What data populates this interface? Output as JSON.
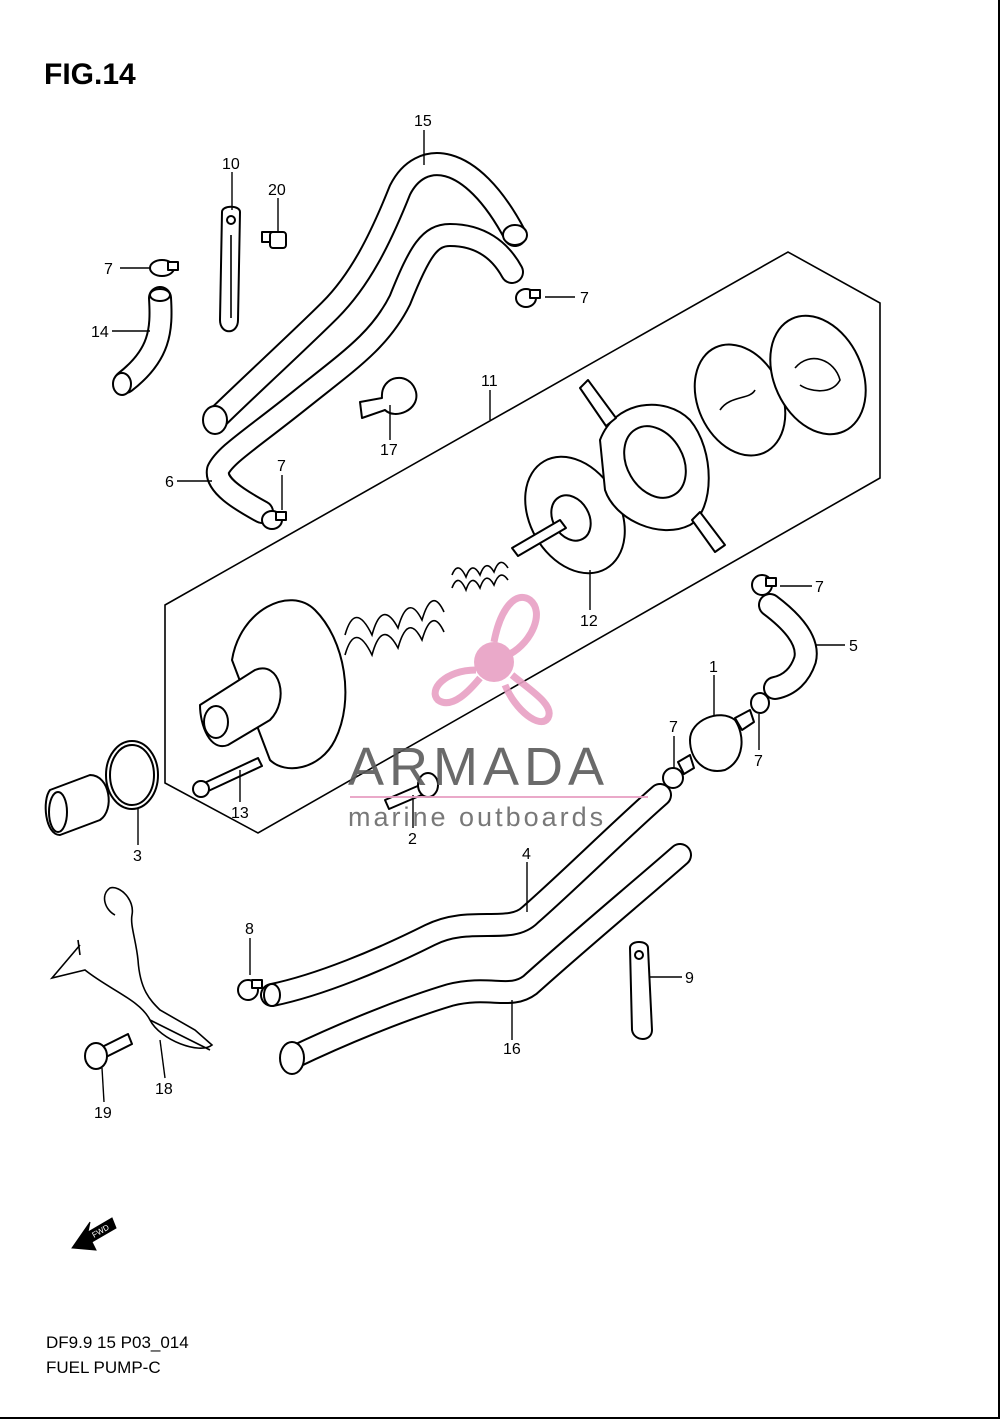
{
  "figure": {
    "title": "FIG.14",
    "model_code": "DF9.9 15 P03_014",
    "name": "FUEL PUMP-C"
  },
  "watermark": {
    "title": "ARMADA",
    "subtitle": "marine outboards",
    "accent_color": "#e8a0c4"
  },
  "fwd_label": "FWD",
  "callouts": [
    "15",
    "10",
    "20",
    "7",
    "7",
    "14",
    "11",
    "17",
    "6",
    "7",
    "7",
    "5",
    "12",
    "1",
    "7",
    "7",
    "3",
    "13",
    "2",
    "4",
    "8",
    "9",
    "16",
    "18",
    "19"
  ]
}
